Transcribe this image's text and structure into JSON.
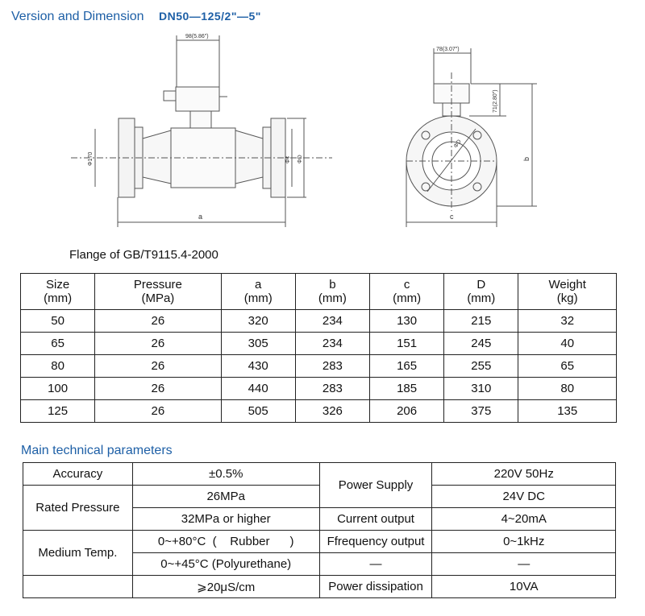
{
  "header": {
    "title": "Version and Dimension",
    "model": "DN50—125/2\"—5\""
  },
  "drawing_labels": {
    "w98": "98(5.86\")",
    "w78": "78(3.07\")",
    "h71": "71(2.80\")",
    "phi170": "Φ170",
    "phiD": "ΦD",
    "phiE": "Φ¢",
    "a": "a",
    "b": "b",
    "c": "c",
    "diam": "ΦD"
  },
  "flange_title": "Flange of  GB/T9115.4-2000",
  "dimension_table": {
    "headers": [
      [
        "Size",
        "(mm)"
      ],
      [
        "Pressure",
        "(MPa)"
      ],
      [
        "a",
        "(mm)"
      ],
      [
        "b",
        "(mm)"
      ],
      [
        "c",
        "(mm)"
      ],
      [
        "D",
        "(mm)"
      ],
      [
        "Weight",
        "(kg)"
      ]
    ],
    "rows": [
      [
        "50",
        "26",
        "320",
        "234",
        "130",
        "215",
        "32"
      ],
      [
        "65",
        "26",
        "305",
        "234",
        "151",
        "245",
        "40"
      ],
      [
        "80",
        "26",
        "430",
        "283",
        "165",
        "255",
        "65"
      ],
      [
        "100",
        "26",
        "440",
        "283",
        "185",
        "310",
        "80"
      ],
      [
        "125",
        "26",
        "505",
        "326",
        "206",
        "375",
        "135"
      ]
    ]
  },
  "tech_section_title": "Main technical parameters",
  "tech": {
    "accuracy_label": "Accuracy",
    "accuracy_value": "±0.5%",
    "rated_pressure_label": "Rated Pressure",
    "rated_pressure_1": "26MPa",
    "rated_pressure_2": "32MPa  or higher",
    "medium_temp_label": "Medium Temp.",
    "temp_1": "0~+80°C  (    Rubber      )",
    "temp_2": "0~+45°C (Polyurethane)",
    "conductivity": "⩾20μS/cm",
    "power_supply_label": "Power Supply",
    "power_supply_1": "220V 50Hz",
    "power_supply_2": "24V DC",
    "current_output_label": "Current output",
    "current_output_value": "4~20mA",
    "frequency_output_label": "Ffrequency output",
    "frequency_output_value": "0~1kHz",
    "dash_1": "—",
    "dash_2": "—",
    "power_dissipation_label": "Power dissipation",
    "power_dissipation_value": "10VA"
  }
}
